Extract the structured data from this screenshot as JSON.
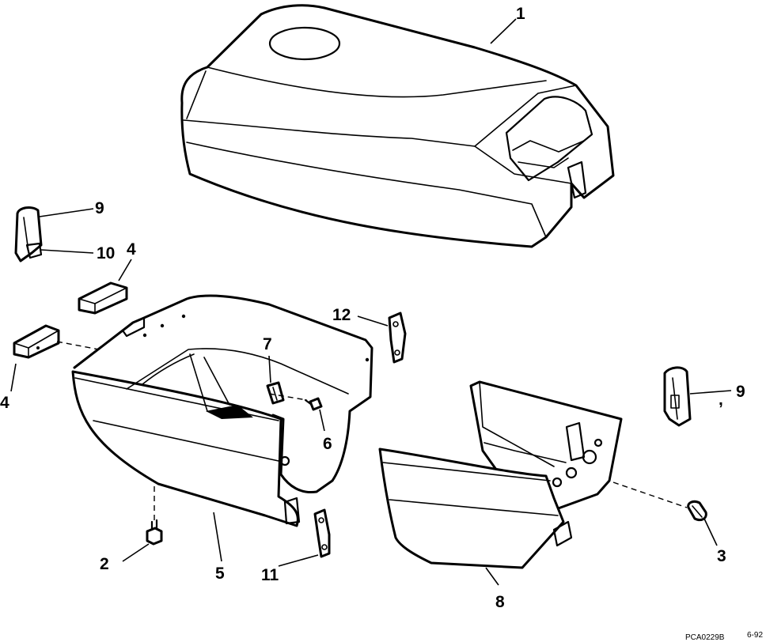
{
  "callouts": {
    "c1": "1",
    "c2": "2",
    "c3": "3",
    "c4a": "4",
    "c4b": "4",
    "c5": "5",
    "c6": "6",
    "c7": "7",
    "c8": "8",
    "c9a": "9",
    "c9b": "9",
    "c10": "10",
    "c11": "11",
    "c12": "12"
  },
  "footer": {
    "code": "PCA0229B",
    "date": "6-92"
  }
}
